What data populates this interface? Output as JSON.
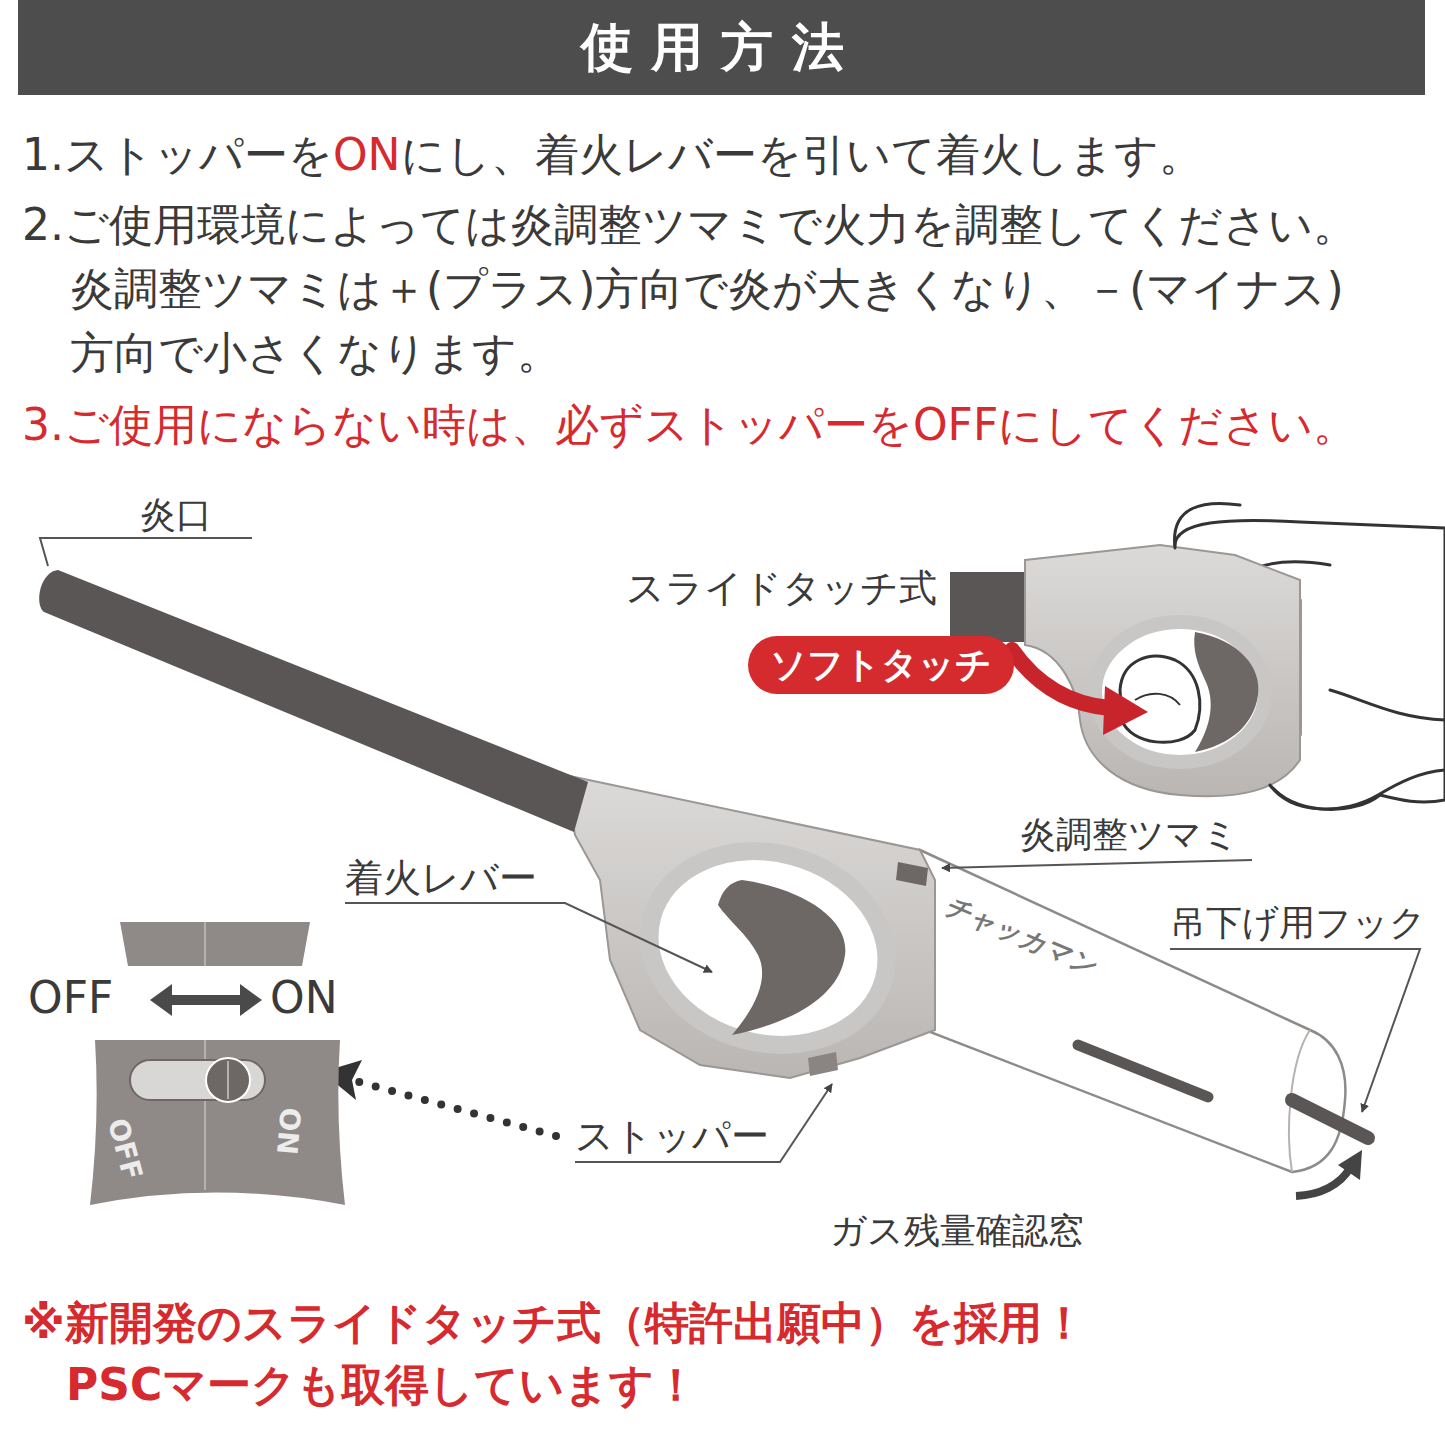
{
  "diagram": {
    "title": "使用方法",
    "caption": "※新開発のスライドタッチ式（特許出願中）を採用！ PSCマークも取得しています！",
    "nodes": [
      {
        "text": [
          "ソフトタッチ"
        ]
      },
      {
        "text": [
          "OFF",
          "ON"
        ]
      }
    ],
    "labels": [
      "1.ストッパーを",
      "ON",
      "にし、着火レバーを引いて着火します。",
      "2.ご使用環境によっては炎調整ツマミで火力を調整してください。 炎調整ツマミは＋(プラス)方向で炎が大きくなり、－(マイナス) 方向で小さくなります。",
      "3.ご使用にならない時は、必ずストッパーをOFFにしてください。",
      "炎口",
      "スライドタッチ式",
      "炎調整ツマミ",
      "着火レバー",
      "吊下げ用フック",
      "OFF",
      "ON",
      "チャッカマン",
      "ストッパー",
      "ガス残量確認窓"
    ]
  }
}
